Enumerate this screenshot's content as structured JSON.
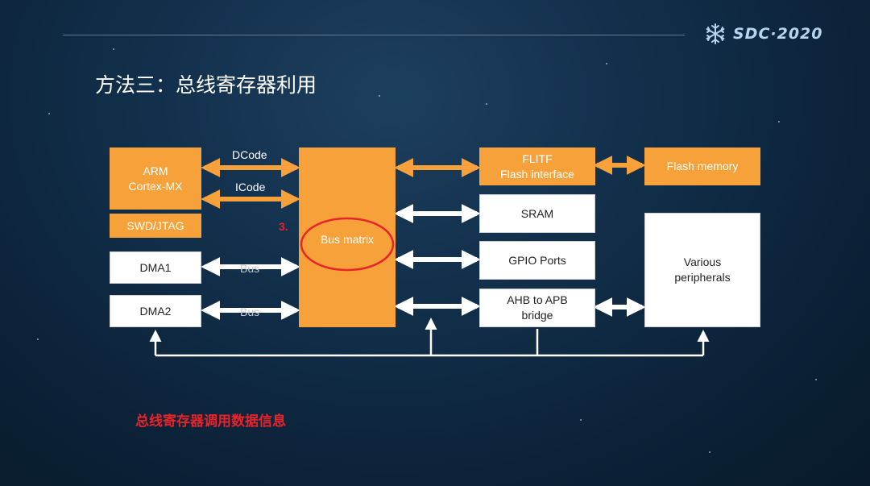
{
  "header": {
    "logo_text": "SDC·2020",
    "logo_icon": "snowflake-icon"
  },
  "title": "方法三：总线寄存器利用",
  "diagram": {
    "arm_label_1": "ARM",
    "arm_label_2": "Cortex-MX",
    "swd": "SWD/JTAG",
    "dma1": "DMA1",
    "dma2": "DMA2",
    "bus_matrix": "Bus matrix",
    "flitf_1": "FLITF",
    "flitf_2": "Flash interface",
    "flash_memory": "Flash memory",
    "sram": "SRAM",
    "gpio": "GPIO Ports",
    "ahb_1": "AHB to APB",
    "ahb_2": "bridge",
    "peripherals_1": "Various",
    "peripherals_2": "peripherals",
    "dcode": "DCode",
    "icode": "ICode",
    "bus1": "Bus",
    "bus2": "Bus",
    "step_marker": "3."
  },
  "caption": "总线寄存器调用数据信息",
  "colors": {
    "orange": "#f6a13a",
    "highlight_red": "#e8232a",
    "background": "#0c2238"
  }
}
